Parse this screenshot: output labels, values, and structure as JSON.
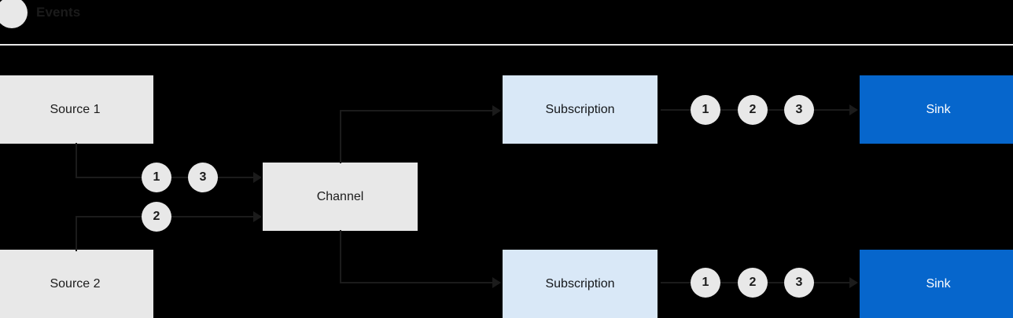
{
  "header": {
    "legend_label": "Events",
    "legend_dot_color": "#e8e8e8",
    "rule_color": "#e8e8e8"
  },
  "colors": {
    "background": "#000000",
    "source_fill": "#e8e8e8",
    "channel_fill": "#e8e8e8",
    "subscription_fill": "#d9e8f7",
    "sink_fill": "#0666cc",
    "sink_text": "#ffffff",
    "connector": "#1b1b1b",
    "token_fill": "#e8e8e8",
    "text": "#1b1b1b"
  },
  "nodes": {
    "source1": "Source 1",
    "source2": "Source 2",
    "channel": "Channel",
    "subscription_top": "Subscription",
    "subscription_bottom": "Subscription",
    "sink_top": "Sink",
    "sink_bottom": "Sink"
  },
  "tokens": {
    "source1_path": [
      "1",
      "3"
    ],
    "source2_path": [
      "2"
    ],
    "subscription_top_out": [
      "1",
      "2",
      "3"
    ],
    "subscription_bottom_out": [
      "1",
      "2",
      "3"
    ]
  }
}
